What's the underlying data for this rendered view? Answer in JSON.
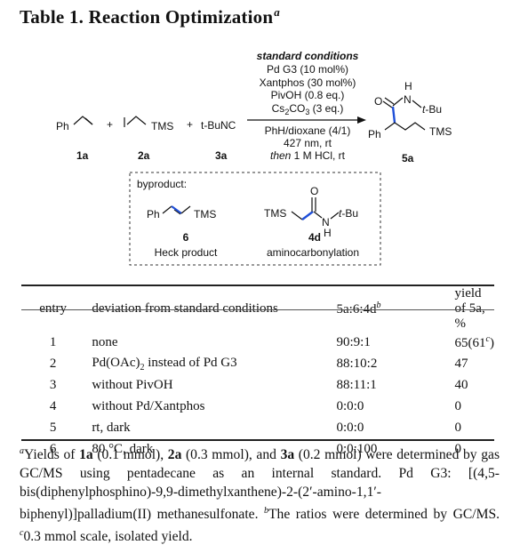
{
  "table_title": {
    "label": "Table 1. Reaction Optimization",
    "mark": "a"
  },
  "scheme": {
    "reagents": {
      "ph": "Ph",
      "plus1": "+",
      "tms1": "TMS",
      "plus2": "+",
      "isocyanide": "t-BuNC"
    },
    "compound_labels": [
      "1a",
      "2a",
      "3a",
      "5a"
    ],
    "conditions_title": "standard conditions",
    "conditions": [
      "Pd G3 (10 mol%)",
      "Xantphos (30 mol%)",
      "PivOH (0.8 eq.)",
      "Cs2CO3 (3 eq.)",
      "PhH/dioxane (4/1)",
      "427 nm, rt",
      "then 1 M HCl, rt"
    ],
    "product": {
      "o": "O",
      "n": "N",
      "h": "H",
      "tbu": "t-Bu",
      "ph": "Ph",
      "tms": "TMS"
    },
    "byproduct": {
      "heading": "byproduct:",
      "heck": {
        "ph": "Ph",
        "tms": "TMS",
        "number": "6",
        "caption": "Heck product"
      },
      "amide": {
        "tms": "TMS",
        "o": "O",
        "n": "N",
        "h": "H",
        "tbu": "t-Bu",
        "number": "4d",
        "caption": "aminocarbonylation"
      }
    }
  },
  "table": {
    "headers": {
      "entry": "entry",
      "deviation": "deviation from standard conditions",
      "ratio": "5a:6:4d",
      "ratio_mark": "b",
      "yield": "yield of 5a, %"
    },
    "rows": [
      {
        "entry": "1",
        "deviation": "none",
        "ratio": "90:9:1",
        "yield": "65(61",
        "yield_mark": "c",
        "yield_end": ")"
      },
      {
        "entry": "2",
        "deviation_pre": "Pd(OAc)",
        "deviation_sub": "2",
        "deviation_post": " instead of Pd G3",
        "ratio": "88:10:2",
        "yield": "47"
      },
      {
        "entry": "3",
        "deviation": "without PivOH",
        "ratio": "88:11:1",
        "yield": "40"
      },
      {
        "entry": "4",
        "deviation": "without Pd/Xantphos",
        "ratio": "0:0:0",
        "yield": "0"
      },
      {
        "entry": "5",
        "deviation": "rt, dark",
        "ratio": "0:0:0",
        "yield": "0"
      },
      {
        "entry": "6",
        "deviation": "80 °C, dark",
        "ratio": "0:0:100",
        "yield": "0"
      }
    ]
  },
  "footnotes": {
    "a_mark": "a",
    "a_text_1": "Yields of ",
    "a_b1": "1a",
    "a_text_2": " (0.1 mmol), ",
    "a_b2": "2a",
    "a_text_3": " (0.3 mmol), and ",
    "a_b3": "3a",
    "a_text_4": " (0.2 mmol) were determined by gas GC/MS using pentadecane as an internal standard. Pd G3: [(4,5-bis(diphenylphosphino)-9,9-dimethylxanthene)-2-(2′-amino-1,1′-biphenyl)]palladium(II) methanesulfonate. ",
    "b_mark": "b",
    "b_text": "The ratios were determined by GC/MS. ",
    "c_mark": "c",
    "c_text": "0.3 mmol scale, isolated yield."
  }
}
